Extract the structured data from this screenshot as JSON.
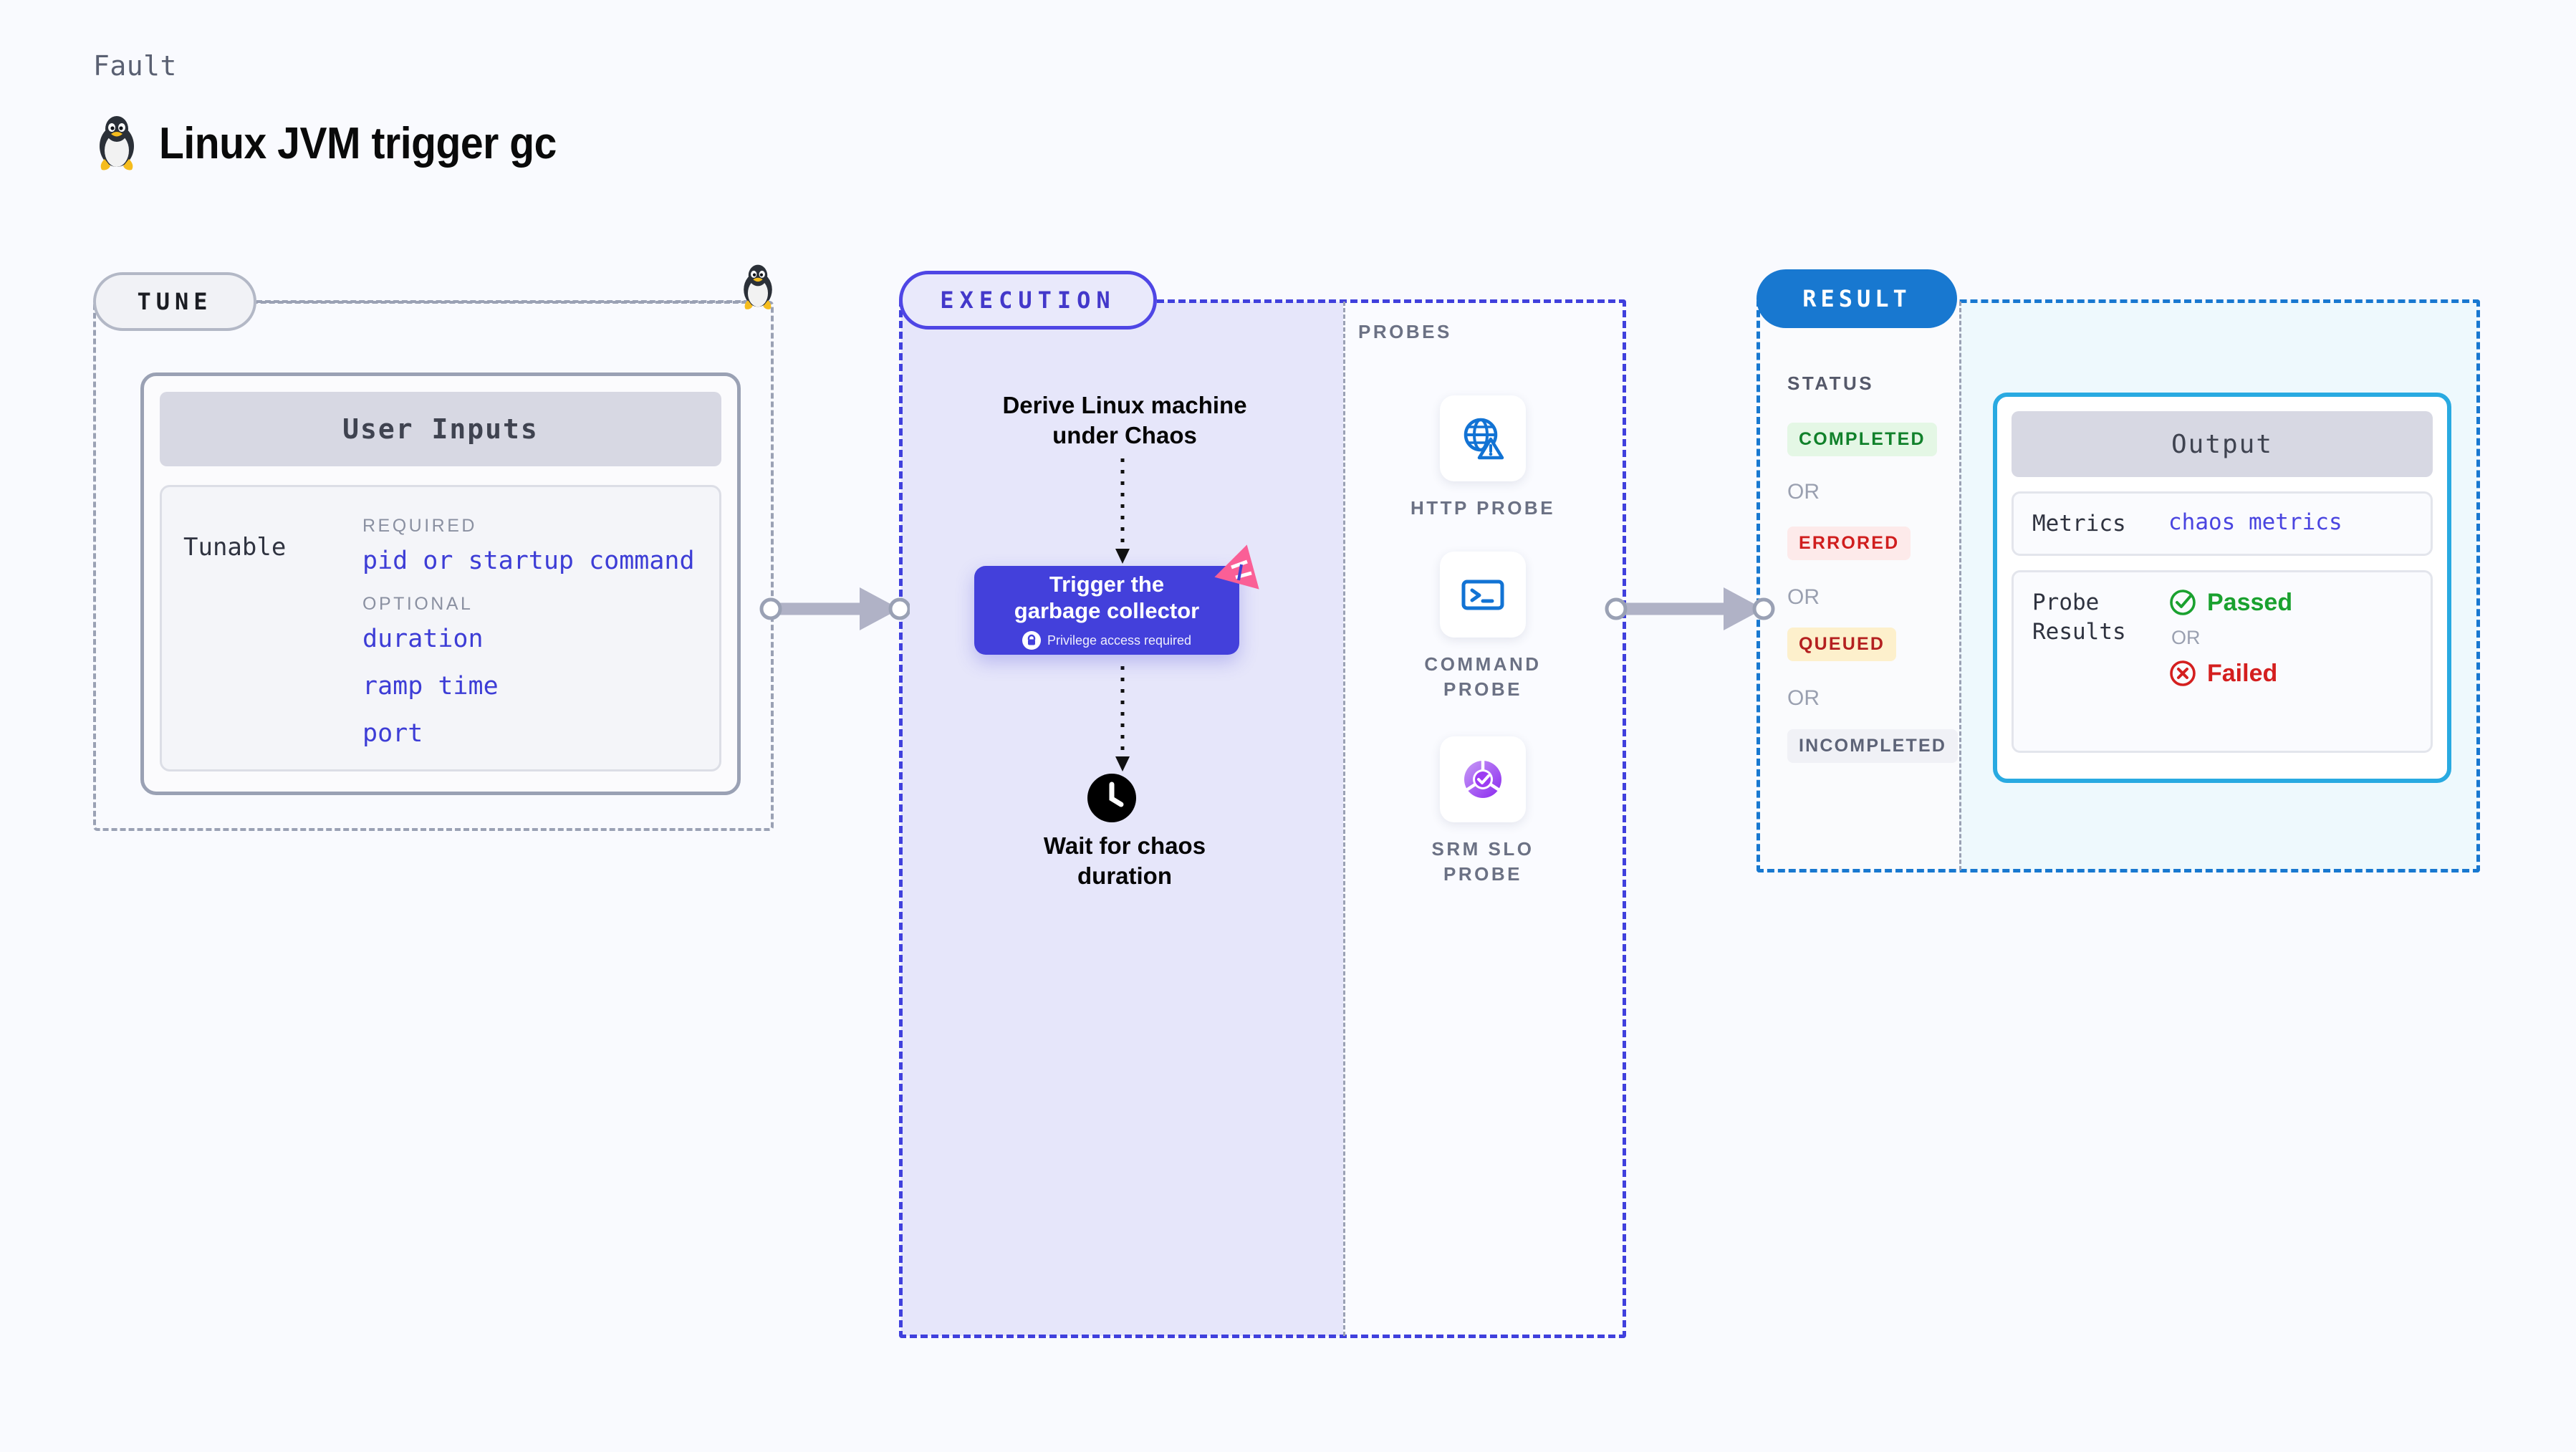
{
  "header": {
    "kicker": "Fault",
    "title": "Linux JVM trigger gc",
    "icon": "tux-penguin-icon"
  },
  "tune": {
    "pill_label": "TUNE",
    "corner_icon": "tux-penguin-icon",
    "card": {
      "header": "User Inputs",
      "row_label": "Tunable",
      "groups": [
        {
          "title": "REQUIRED",
          "items": [
            "pid or startup command"
          ]
        },
        {
          "title": "OPTIONAL",
          "items": [
            "duration",
            "ramp time",
            "port"
          ]
        }
      ]
    }
  },
  "execution": {
    "pill_label": "EXECUTION",
    "steps": [
      {
        "type": "text",
        "label": "Derive Linux machine\nunder Chaos"
      },
      {
        "type": "card",
        "title": "Trigger the\ngarbage collector",
        "badge_text": "Privilege access required",
        "badge_icon": "lock-icon",
        "corner_icon": "litmus-ribbon-icon",
        "color": "#4340db"
      },
      {
        "type": "icon-text",
        "icon": "clock-icon",
        "label": "Wait for chaos\nduration"
      }
    ]
  },
  "probes": {
    "title": "PROBES",
    "items": [
      {
        "name": "HTTP PROBE",
        "icon": "globe-warning-icon"
      },
      {
        "name": "COMMAND\nPROBE",
        "icon": "terminal-icon"
      },
      {
        "name": "SRM SLO\nPROBE",
        "icon": "srm-slo-donut-icon"
      }
    ]
  },
  "result": {
    "pill_label": "RESULT",
    "status_title": "STATUS",
    "or_label": "OR",
    "statuses": [
      {
        "label": "COMPLETED",
        "color": "#11812b",
        "bg": "#e4f7e5"
      },
      {
        "label": "ERRORED",
        "color": "#d01e1e",
        "bg": "#fdeaea"
      },
      {
        "label": "QUEUED",
        "color": "#b42020",
        "bg": "#fdf0cc"
      },
      {
        "label": "INCOMPLETED",
        "color": "#5d6377",
        "bg": "#f0f1f6"
      }
    ],
    "output": {
      "header": "Output",
      "metrics_label": "Metrics",
      "metrics_value": "chaos metrics",
      "probe_results_label": "Probe\nResults",
      "passed_label": "Passed",
      "passed_icon": "check-circle-icon",
      "failed_label": "Failed",
      "failed_icon": "x-circle-icon",
      "or_label": "OR"
    }
  },
  "connectors": [
    {
      "name": "tune-to-execution"
    },
    {
      "name": "probes-to-result"
    }
  ],
  "colors": {
    "page_bg": "#f9fafe",
    "indigo": "#4f46e5",
    "blue": "#1878d0",
    "cyan": "#29aae1",
    "gray_dash": "#9aa1b4",
    "lavender": "#e6e6fa"
  }
}
